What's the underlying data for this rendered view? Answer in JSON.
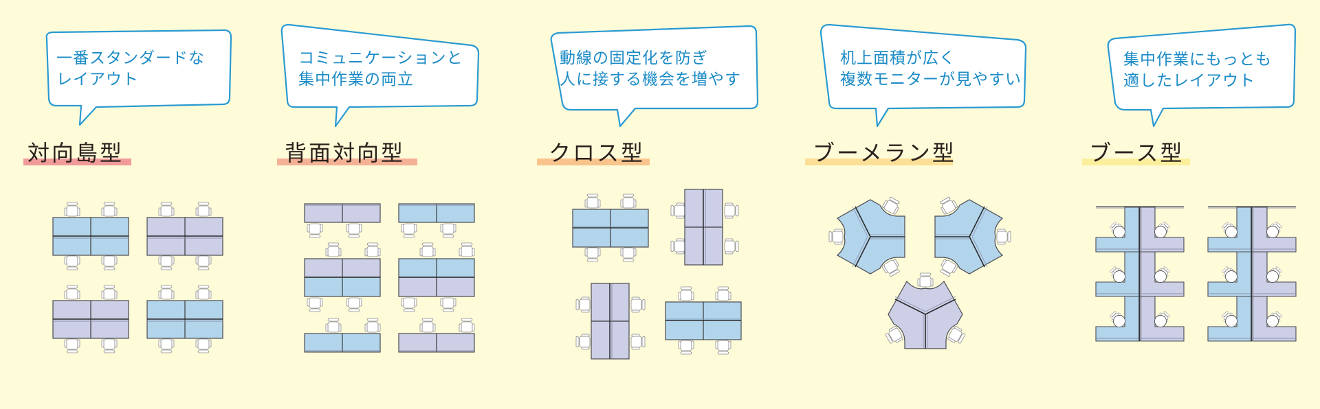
{
  "colors": {
    "background": "#fefbd9",
    "bubble_stroke": "#2a9ad2",
    "bubble_text": "#1b8bc6",
    "title_text": "#2b211c",
    "desk_blue": "#b3d5ec",
    "desk_purple": "#cccfe6",
    "desk_outline": "#4a4a50",
    "chair_fill": "#ffffff",
    "chair_stroke": "#8a8a8a"
  },
  "layouts": [
    {
      "id": "taikou-jima",
      "title": "対向島型",
      "underline_color": "#f09a99",
      "bubble_lines": [
        "一番スタンダードな",
        "レイアウト"
      ]
    },
    {
      "id": "haimen-taikou",
      "title": "背面対向型",
      "underline_color": "#f4b195",
      "bubble_lines": [
        "コミュニケーションと",
        "集中作業の両立"
      ]
    },
    {
      "id": "cross",
      "title": "クロス型",
      "underline_color": "#f8c48c",
      "bubble_lines": [
        "動線の固定化を防ぎ",
        "人に接する機会を増やす"
      ]
    },
    {
      "id": "boomerang",
      "title": "ブーメラン型",
      "underline_color": "#fbdf96",
      "bubble_lines": [
        "机上面積が広く",
        "複数モニターが見やすい"
      ]
    },
    {
      "id": "booth",
      "title": "ブース型",
      "underline_color": "#fcef9c",
      "bubble_lines": [
        "集中作業にもっとも",
        "適したレイアウト"
      ]
    }
  ]
}
